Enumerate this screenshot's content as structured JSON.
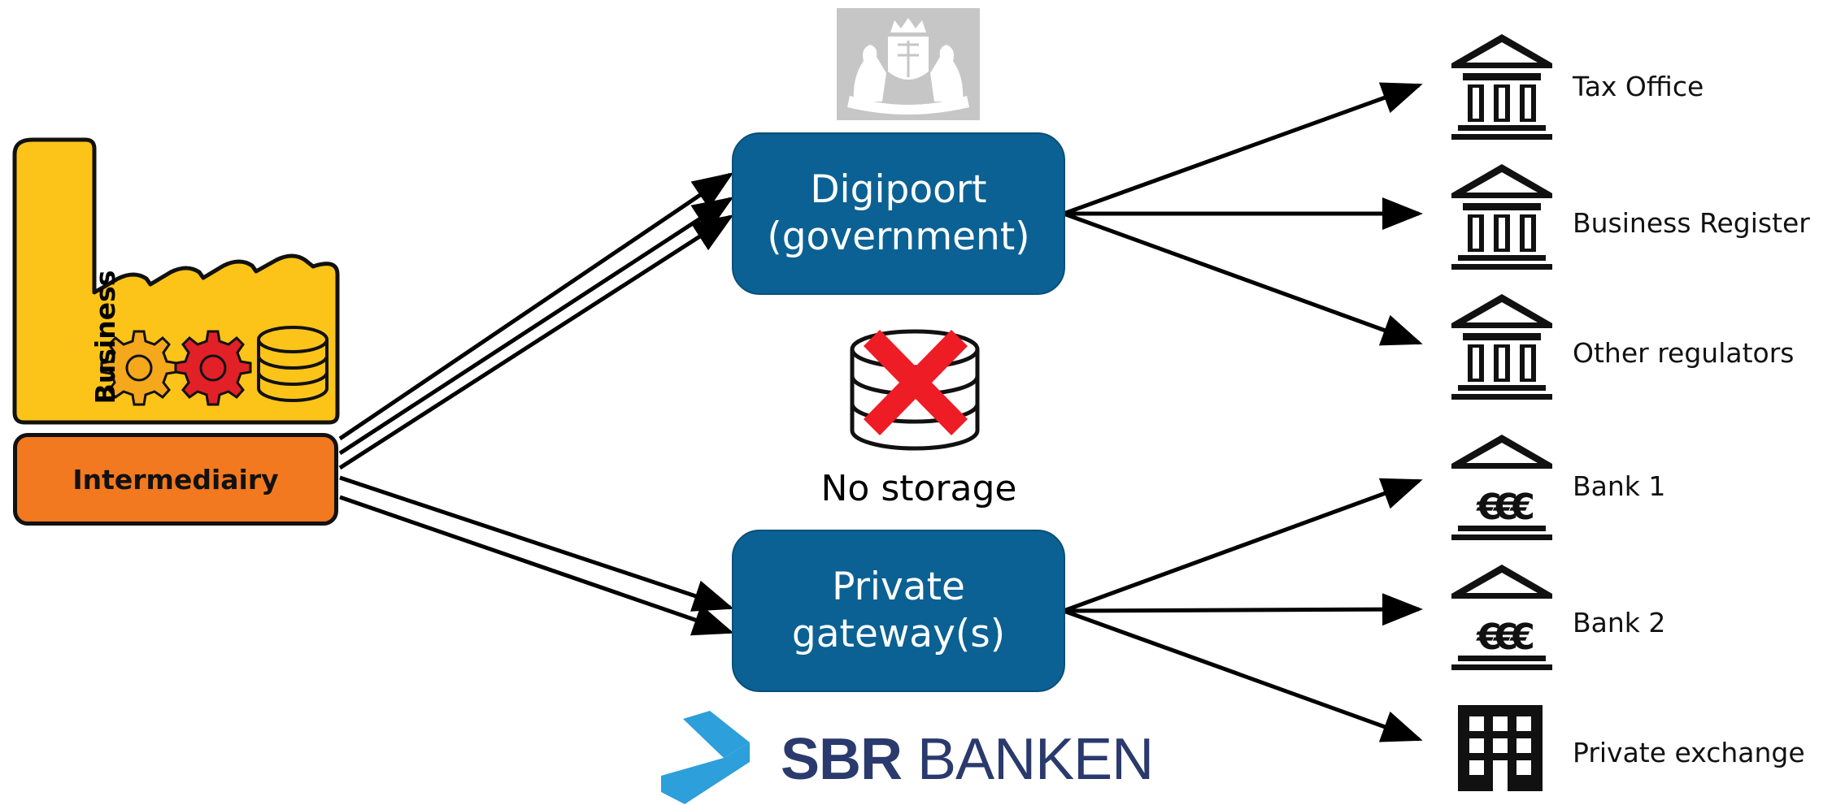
{
  "business": {
    "label": "Business"
  },
  "intermediary": {
    "label": "Intermediairy"
  },
  "gateways": {
    "government": {
      "line1": "Digipoort",
      "line2": "(government)"
    },
    "private": {
      "line1": "Private",
      "line2": "gateway(s)"
    }
  },
  "no_storage": {
    "label": "No storage"
  },
  "recipients": [
    {
      "label": "Tax Office",
      "icon": "government-building-icon"
    },
    {
      "label": "Business Register",
      "icon": "government-building-icon"
    },
    {
      "label": "Other regulators",
      "icon": "government-building-icon"
    },
    {
      "label": "Bank 1",
      "icon": "bank-euro-icon"
    },
    {
      "label": "Bank 2",
      "icon": "bank-euro-icon"
    },
    {
      "label": "Private exchange",
      "icon": "office-building-icon"
    }
  ],
  "logos": {
    "government_seal": "dutch-government-coat-of-arms",
    "sbr": {
      "bold": "SBR",
      "light": "BANKEN"
    }
  },
  "colors": {
    "gateway": "#0b6193",
    "business": "#fcc418",
    "intermediary": "#f2791f",
    "cross": "#ee1c25",
    "sbr_navy": "#2b3a6d",
    "sbr_blue": "#2d9fda"
  }
}
